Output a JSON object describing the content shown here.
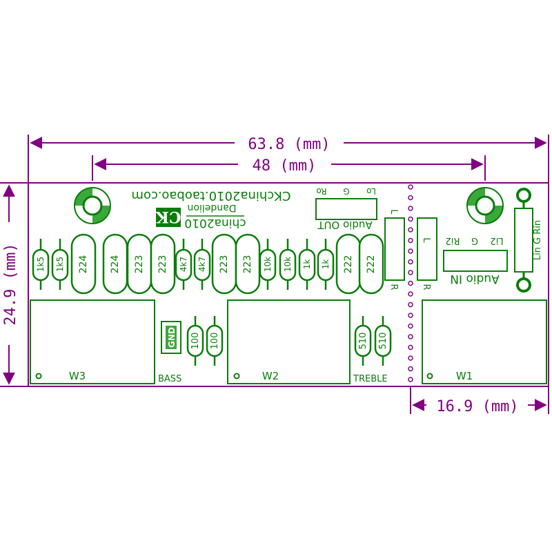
{
  "colors": {
    "dimension": "#800080",
    "silkscreen": "#0a7d0a",
    "pad": "#3aa83a",
    "board_bg": "#ffffff"
  },
  "dimensions": {
    "overall_width": "63.8 (mm)",
    "hole_spacing": "48 (mm)",
    "height": "24.9 (mm)",
    "right_section": "16.9 (mm)"
  },
  "brand": {
    "site": "CKchina2010.taobao.com",
    "ck": "CK",
    "author": "china2010",
    "name": "Dandelion"
  },
  "audio_out": {
    "title": "Audio OUT",
    "pins": [
      "Lo",
      "G",
      "Ro"
    ]
  },
  "audio_in": {
    "title": "Audio IN",
    "pins": [
      "Li2",
      "G",
      "Ri2"
    ],
    "side_pins": "Lin G Rin"
  },
  "channel_letters": {
    "left": "L",
    "right": "R"
  },
  "components": {
    "top_row": [
      "1k5",
      "1k5",
      "224",
      "224",
      "223",
      "223",
      "4k7",
      "4k7",
      "223",
      "223",
      "10k",
      "10k",
      "1k",
      "1k",
      "222",
      "222"
    ],
    "gnd": "GND",
    "bass_resistors": [
      "100",
      "100"
    ],
    "treble_resistors": [
      "510",
      "510"
    ]
  },
  "pots": {
    "w3": "W3",
    "w2": "W2",
    "w1": "W1"
  },
  "section_labels": {
    "bass": "BASS",
    "treble": "TREBLE"
  }
}
